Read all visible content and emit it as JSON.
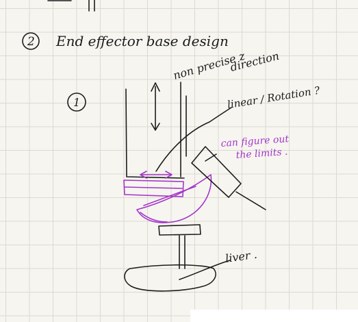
{
  "section_number": "2",
  "heading": "End effector base design",
  "sub_number": "1",
  "annotation_nonprecise_line1": "non precise z",
  "annotation_nonprecise_line2": "direction",
  "annotation_motion": "linear / Rotation ?",
  "annotation_limits_line1": "can figure out",
  "annotation_limits_line2": "the limits .",
  "annotation_liver": "liver .",
  "colors": {
    "ink": "#1c1c1c",
    "highlight": "#a335c9",
    "grid": "#ded9cf"
  }
}
